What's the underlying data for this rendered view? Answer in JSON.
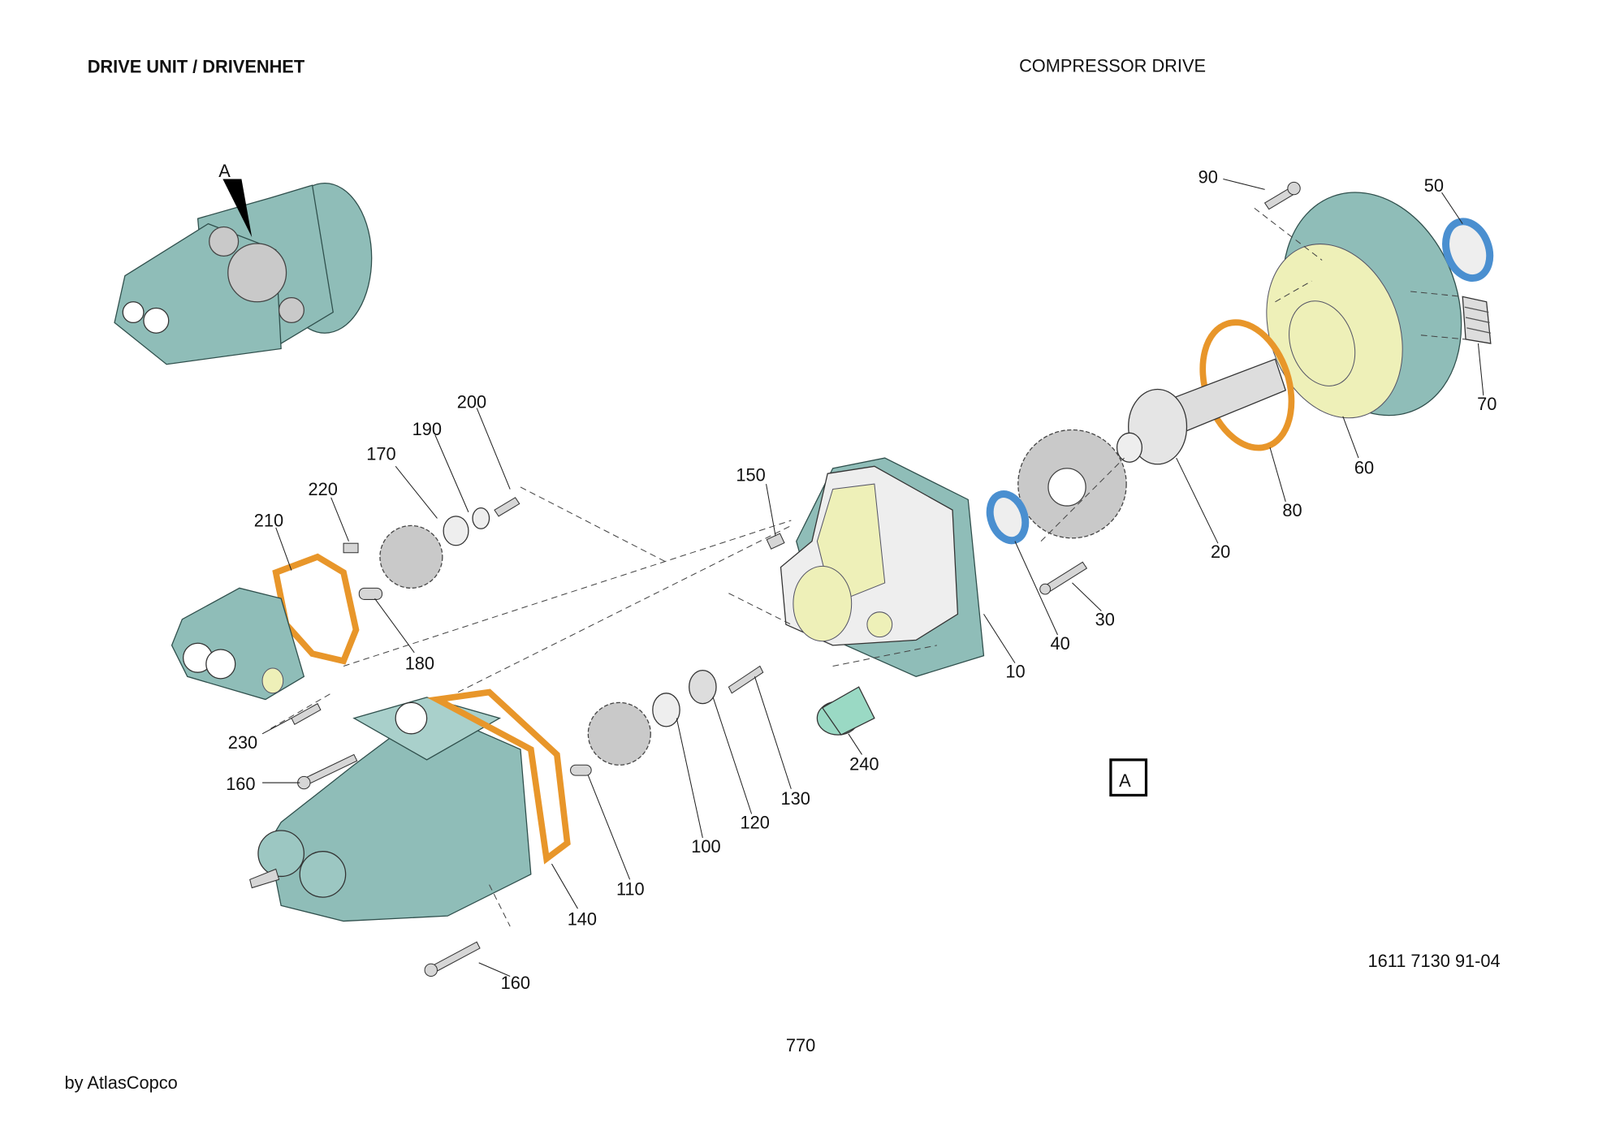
{
  "header": {
    "left_title": "DRIVE UNIT / DRIVENHET",
    "right_title": "COMPRESSOR DRIVE"
  },
  "overview_marker": "A",
  "view_box_label": "A",
  "part_labels": [
    "90",
    "50",
    "70",
    "60",
    "80",
    "20",
    "30",
    "40",
    "10",
    "150",
    "200",
    "190",
    "170",
    "220",
    "210",
    "180",
    "230",
    "160",
    "240",
    "130",
    "120",
    "100",
    "110",
    "140",
    "160"
  ],
  "drawing_number": "1611 7130 91-04",
  "page_number": "770",
  "watermark": "by AtlasCopco",
  "colors": {
    "housing": "#8fbdb8",
    "gasket": "#e8962a",
    "bearing": "#4a8fd0",
    "face": "#eef0b8"
  }
}
